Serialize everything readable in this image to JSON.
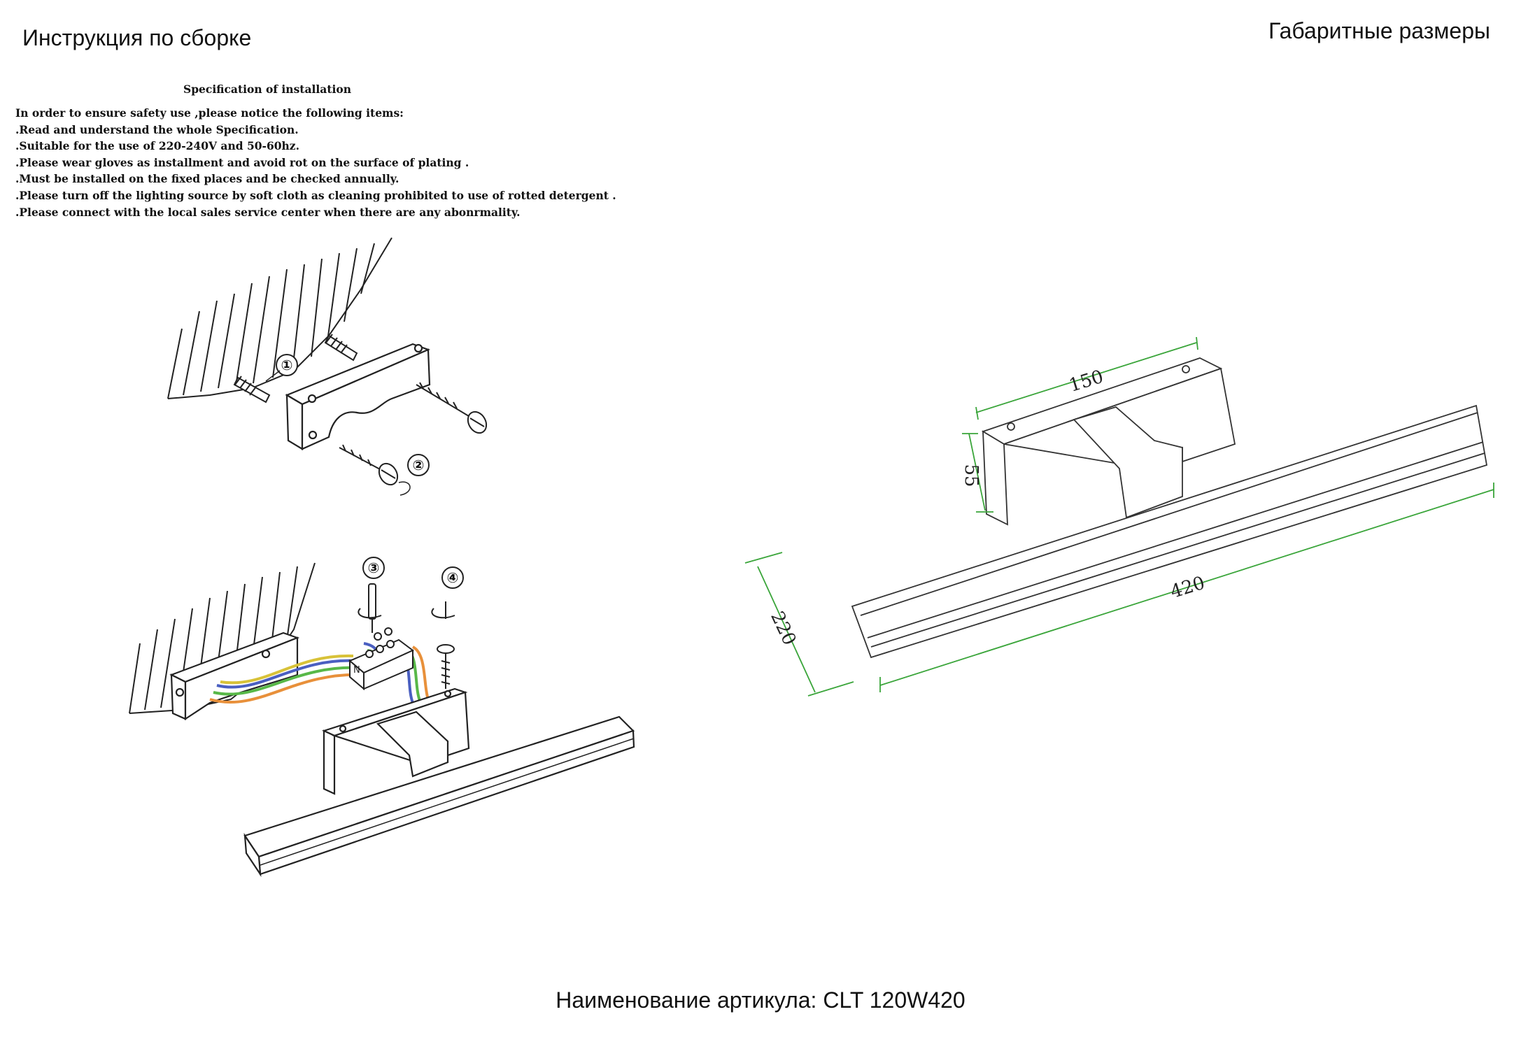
{
  "headings": {
    "assembly": "Инструкция по сборке",
    "dimensions": "Габаритные размеры",
    "article": "Наименование артикула: CLT 120W420"
  },
  "spec": {
    "title": "Specification of installation",
    "lines": [
      "  In order to ensure safety use ,please notice the following items:",
      ".Read and understand the whole Specification.",
      ".Suitable for the use of 220-240V and 50-60hz.",
      ".Please wear gloves as installment and avoid rot on the surface of plating .",
      ".Must be installed on the fixed places and be checked annually.",
      ".Please turn off the lighting source by soft cloth as cleaning prohibited to use of rotted detergent .",
      ".Please connect with the local sales service center when there are any abonrmality."
    ]
  },
  "steps": [
    "①",
    "②",
    "③",
    "④"
  ],
  "dimensions": {
    "width_bracket": "150",
    "height_bracket": "55",
    "depth": "220",
    "length": "420"
  },
  "colors": {
    "dimension_line": "#3aa53a",
    "wire_blue": "#4a5fc1",
    "wire_green": "#58b848",
    "wire_orange": "#e8903a",
    "wire_yellow": "#d8c238",
    "ink": "#222222"
  }
}
